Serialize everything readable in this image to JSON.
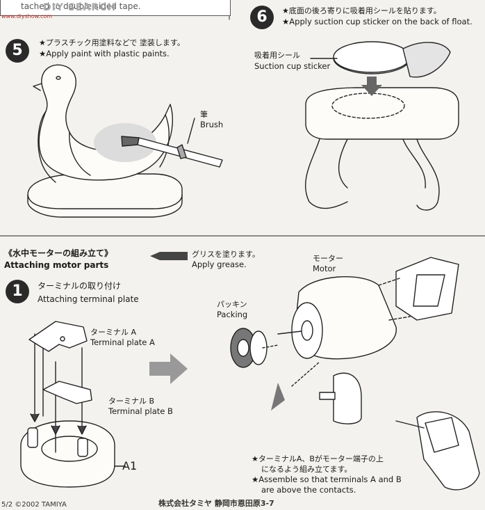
{
  "header": {
    "top_text": "tached to double sided tape.",
    "watermark": "DIY SEARCH",
    "watermark_sub": "www.diyshow.com"
  },
  "step5": {
    "number": "5",
    "jp": "★プラスチック用塗料などで 塗装します。",
    "en": "★Apply paint with plastic paints.",
    "brush_jp": "筆",
    "brush_en": "Brush"
  },
  "step6": {
    "number": "6",
    "jp": "★底面の後ろ寄りに吸着用シールを貼ります。",
    "en": "★Apply suction cup sticker on the back of float.",
    "sticker_jp": "吸着用シール",
    "sticker_en": "Suction cup sticker"
  },
  "section": {
    "title_jp": "《水中モーターの組み立て》",
    "title_en": "Attaching motor parts",
    "grease_jp": "グリスを塗ります。",
    "grease_en": "Apply grease."
  },
  "step1": {
    "number": "1",
    "jp": "ターミナルの取り付け",
    "en": "Attaching terminal plate",
    "terminal_a_jp": "ターミナル A",
    "terminal_a_en": "Terminal plate A",
    "terminal_b_jp": "ターミナル B",
    "terminal_b_en": "Terminal plate B",
    "part_a1": "A1",
    "motor_jp": "モーター",
    "motor_en": "Motor",
    "packing_jp": "パッキン",
    "packing_en": "Packing",
    "note_jp1": "★ターミナルA、Bがモーター端子の上",
    "note_jp2": "になるよう組み立てます。",
    "note_en1": "★Assemble so that terminals A and B",
    "note_en2": "are above the contacts."
  },
  "footer": {
    "left": "5/2 ©2002 TAMIYA",
    "center": "株式会社タミヤ 静岡市恩田原3-7"
  }
}
